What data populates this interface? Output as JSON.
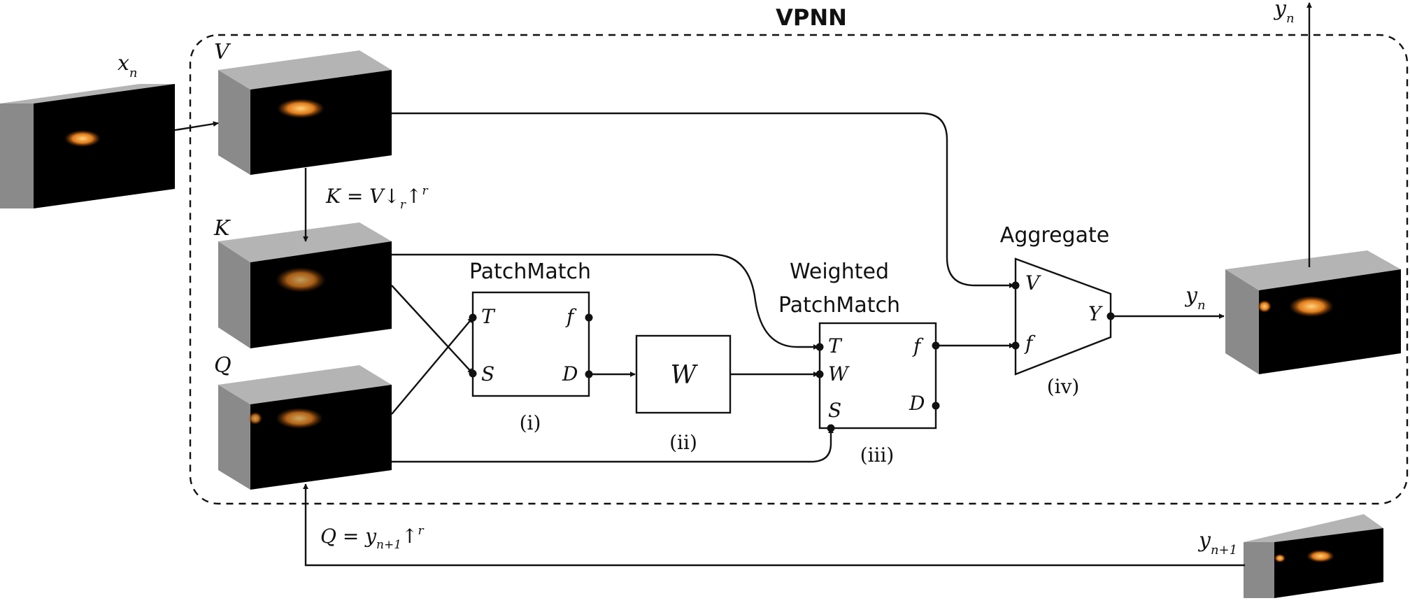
{
  "title": "VPNN",
  "tensors": {
    "xn": {
      "sym": "x",
      "sub": "n"
    },
    "V": "V",
    "K": "K",
    "Q": "Q",
    "yn_out": {
      "sym": "y",
      "sub": "n"
    },
    "yn_right": {
      "sym": "y",
      "sub": "n"
    },
    "yn1": {
      "sym": "y",
      "sub": "n+1"
    }
  },
  "equations": {
    "k_eq": {
      "lhs": "K = V",
      "down": "↓",
      "sub": "r",
      "up": "↑",
      "sup": "r"
    },
    "q_eq": {
      "lhs": "Q = ",
      "sym": "y",
      "sub": "n+1",
      "up": "↑",
      "sup": "r"
    }
  },
  "blocks": {
    "patchmatch": {
      "title": "PatchMatch",
      "ports_left": [
        "T",
        "S"
      ],
      "ports_right": [
        "f",
        "D"
      ],
      "tag": "(i)"
    },
    "w": {
      "label": "W",
      "tag": "(ii)"
    },
    "weighted": {
      "title_line1": "Weighted",
      "title_line2": "PatchMatch",
      "ports_left": [
        "T",
        "W",
        "S"
      ],
      "ports_right": [
        "f",
        "D"
      ],
      "tag": "(iii)"
    },
    "aggregate": {
      "title": "Aggregate",
      "ports_left": [
        "V",
        "f"
      ],
      "port_right": "Y",
      "tag": "(iv)"
    }
  },
  "colors": {
    "frame_front": "#000000",
    "frame_side": "#8a8a8a",
    "frame_top": "#b4b4b4",
    "fish": "#e07a1a",
    "line": "#111111"
  }
}
